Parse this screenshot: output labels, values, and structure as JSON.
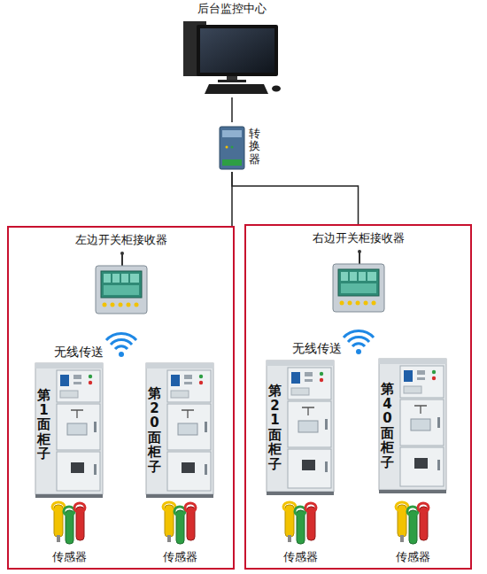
{
  "diagram": {
    "nodes": [
      {
        "text": [
          "后台监控中心"
        ]
      },
      {
        "text": [
          "转换器"
        ]
      },
      {
        "text": [
          "左边开关柜接收器"
        ]
      },
      {
        "text": [
          "第1面柜子"
        ],
        "in": 2
      },
      {
        "text": [
          "第20面柜子"
        ],
        "in": 2
      },
      {
        "text": [
          "右边开关柜接收器"
        ]
      },
      {
        "text": [
          "第21面柜子"
        ],
        "in": 5
      },
      {
        "text": [
          "第40面柜子"
        ],
        "in": 5
      }
    ],
    "edges": [
      {
        "from": 0,
        "to": 1,
        "arrow": "none"
      },
      {
        "from": 1,
        "to": 2,
        "arrow": "none"
      },
      {
        "from": 1,
        "to": 5,
        "arrow": "none"
      }
    ],
    "labels": [
      "无线传送",
      "无线传送",
      "传感器",
      "传感器",
      "传感器",
      "传感器"
    ]
  }
}
